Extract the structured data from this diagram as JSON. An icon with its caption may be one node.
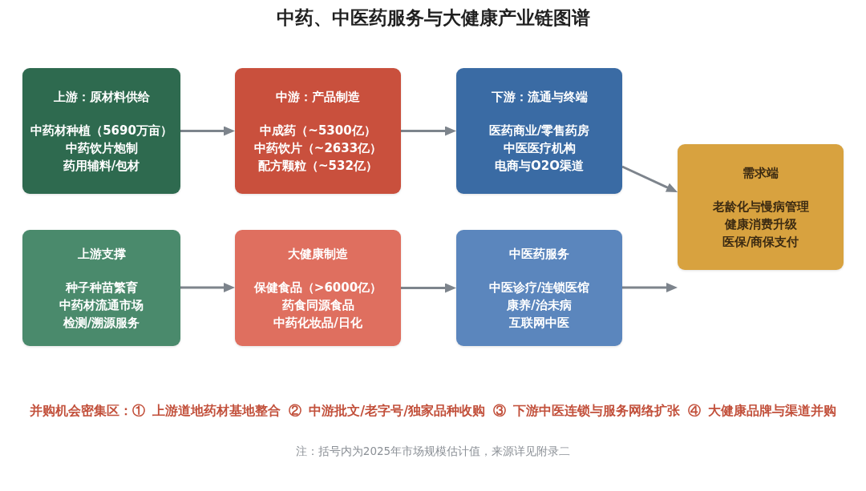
{
  "diagram": {
    "title": "中药、中医药服务与大健康产业链图谱",
    "nodes": [
      {
        "text": [
          "上游：原材料供给",
          "中药材种植（5690万亩）",
          "中药饮片炮制",
          "药用辅料/包材"
        ]
      },
      {
        "text": [
          "中游：产品制造",
          "中成药（~5300亿）",
          "中药饮片（~2633亿）",
          "配方颗粒（~532亿）"
        ]
      },
      {
        "text": [
          "下游：流通与终端",
          "医药商业/零售药房",
          "中医医疗机构",
          "电商与O2O渠道"
        ]
      },
      {
        "text": [
          "需求端",
          "老龄化与慢病管理",
          "健康消费升级",
          "医保/商保支付"
        ]
      },
      {
        "text": [
          "上游支撑",
          "种子种苗繁育",
          "中药材流通市场",
          "检测/溯源服务"
        ]
      },
      {
        "text": [
          "大健康制造",
          "保健食品（>6000亿）",
          "药食同源食品",
          "中药化妆品/日化"
        ]
      },
      {
        "text": [
          "中医药服务",
          "中医诊疗/连锁医馆",
          "康养/治未病",
          "互联网中医"
        ]
      }
    ],
    "edges": [
      {
        "from": 0,
        "to": 1,
        "arrow": "to"
      },
      {
        "from": 1,
        "to": 2,
        "arrow": "to"
      },
      {
        "from": 2,
        "to": 3,
        "arrow": "to"
      },
      {
        "from": 4,
        "to": 5,
        "arrow": "to"
      },
      {
        "from": 5,
        "to": 6,
        "arrow": "to"
      },
      {
        "from": 6,
        "to": 3,
        "arrow": "to"
      }
    ],
    "labels": [
      "并购机会密集区：① 上游道地药材基地整合 ② 中游批文/老字号/独家品种收购 ③ 下游中医连锁与服务网络扩张 ④ 大健康品牌与渠道并购",
      "注：括号内为2025年市场规模估计值，来源详见附录二"
    ]
  }
}
